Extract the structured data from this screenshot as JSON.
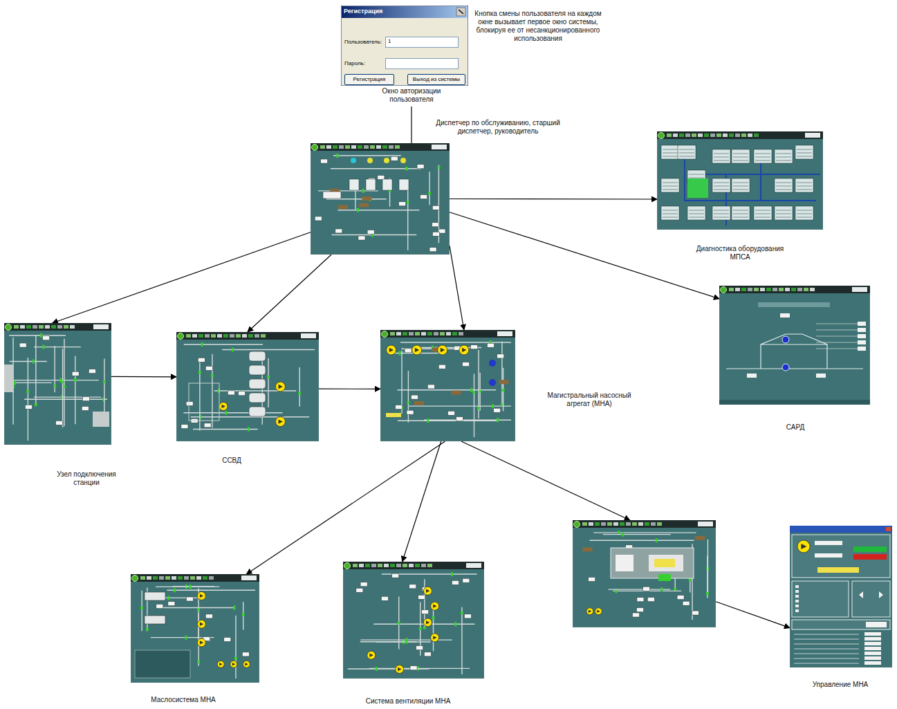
{
  "diagram": {
    "nodes": [
      {
        "text": [
          "Регистрация",
          "Пользователь:",
          "1",
          "Пароль:",
          "Регистрация",
          "Выход из системы",
          "Окно авторизации пользователя"
        ]
      },
      {
        "text": [
          "Диспетчер по обслуживанию, старший диспетчер, руководитель"
        ]
      },
      {
        "text": [
          "Диагностика оборудования МПСА"
        ]
      },
      {
        "text": [
          "САРД"
        ]
      },
      {
        "text": [
          "Узел подключения станции"
        ]
      },
      {
        "text": [
          "ССВД"
        ]
      },
      {
        "text": [
          "Магистральный насосный агрегат (МНА)"
        ]
      },
      {
        "text": [
          "Маслосистема МНА"
        ]
      },
      {
        "text": [
          "Система вентиляции МНА"
        ]
      },
      {
        "text": []
      },
      {
        "text": [
          "Управление МНА"
        ]
      }
    ],
    "edges": [
      {
        "from": 0,
        "to": 1,
        "arrow": "none"
      },
      {
        "from": 1,
        "to": 2,
        "arrow": "to"
      },
      {
        "from": 1,
        "to": 3,
        "arrow": "to"
      },
      {
        "from": 1,
        "to": 4,
        "arrow": "to"
      },
      {
        "from": 1,
        "to": 5,
        "arrow": "to"
      },
      {
        "from": 1,
        "to": 6,
        "arrow": "to"
      },
      {
        "from": 4,
        "to": 5,
        "arrow": "to"
      },
      {
        "from": 5,
        "to": 6,
        "arrow": "to"
      },
      {
        "from": 6,
        "to": 7,
        "arrow": "to"
      },
      {
        "from": 6,
        "to": 8,
        "arrow": "to"
      },
      {
        "from": 6,
        "to": 9,
        "arrow": "to"
      },
      {
        "from": 9,
        "to": 10,
        "arrow": "to"
      }
    ],
    "labels": [
      "Кнопка смены пользователя на каждом окне вызывает первое окно системы, блокируя ее от несанкционированного использования"
    ]
  }
}
